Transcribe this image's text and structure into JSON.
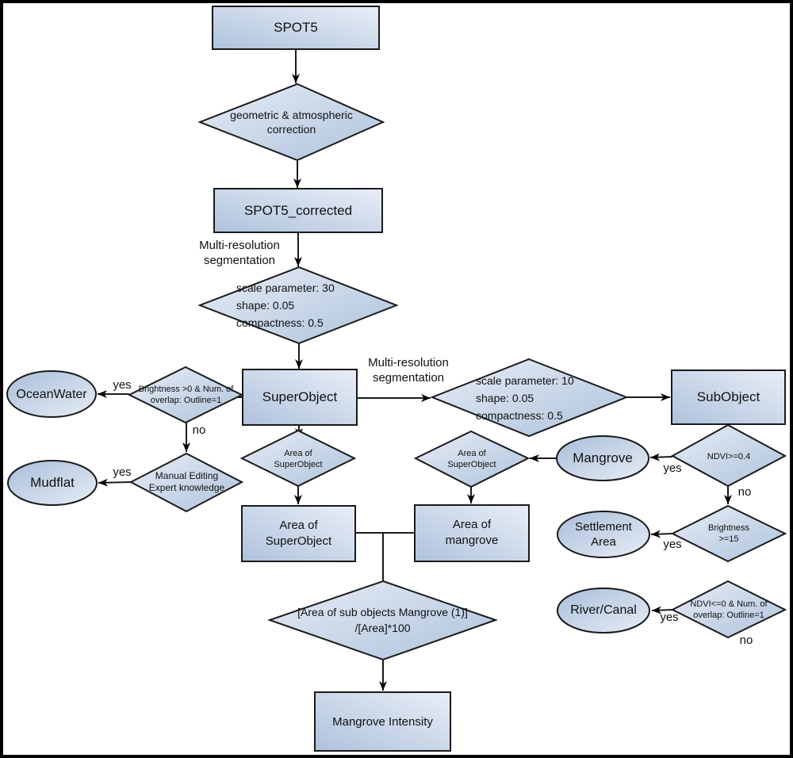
{
  "nodes": {
    "spot5": "SPOT5",
    "geo_correction": "geometric & atmospheric\ncorrection",
    "spot5_corrected": "SPOT5_corrected",
    "segmentation_label_1": "Multi-resolution\nsegmentation",
    "segmentation_params_30": "scale parameter: 30\nshape: 0.05\ncompactness: 0.5",
    "super_object": "SuperObject",
    "segmentation_label_2": "Multi-resolution\nsegmentation",
    "segmentation_params_10": "scale parameter: 10\nshape: 0.05\ncompactness: 0.5",
    "sub_object": "SubObject",
    "brightness_overlap": "Brightness >0 & Num. of\noverlap: Outline=1",
    "ocean_water": "OceanWater",
    "manual_editing": "Manual Editing\nExpert knowledge",
    "mudflat": "Mudflat",
    "area_check_left": "Area of\nSuperObject",
    "area_of_superobject": "Area of\nSuperObject",
    "area_check_right": "Area of\nSuperObject",
    "area_of_mangrove": "Area of\nmangrove",
    "ndvi_ge_04": "NDVI>=0.4",
    "mangrove": "Mangrove",
    "brightness_ge_15": "Brightness\n>=15",
    "settlement_area": "Settlement\nArea",
    "river_canal": "River/Canal",
    "ndvi_le_0_overlap": "NDVI<=0 & Num. of\noverlap: Outline=1",
    "intensity_formula": "[Area of sub objects Mangrove (1)]\n/[Area]*100",
    "mangrove_intensity": "Mangrove Intensity"
  },
  "edge_labels": {
    "ocean_yes": "yes",
    "brightness_no": "no",
    "mudflat_yes": "yes",
    "mangrove_yes": "yes",
    "ndvi_no": "no",
    "settlement_yes": "yes",
    "river_yes": "yes",
    "river_no": "no"
  },
  "colors": {
    "fill_light": "#e7edf6",
    "fill_dark": "#aec2dc",
    "stroke": "#1a1a1a",
    "background": "#ffffff",
    "frame": "#000000",
    "text": "#111111"
  }
}
